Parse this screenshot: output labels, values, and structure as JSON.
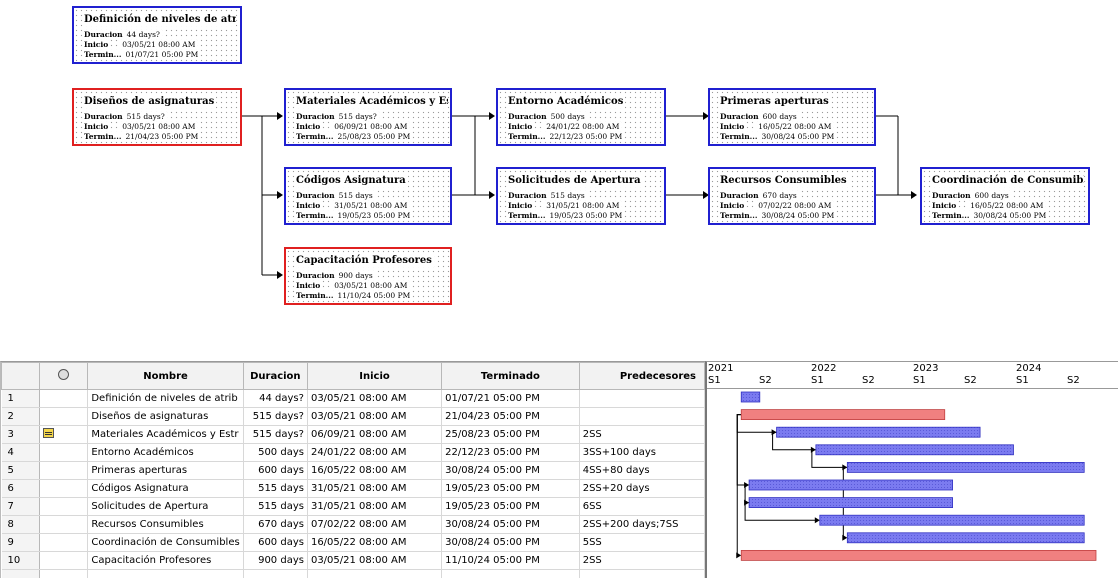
{
  "nodes": {
    "n1": {
      "name": "Definición de niveles de atrib...",
      "dur_label": "Duracion",
      "dur": "44 days?",
      "start_label": "Inicio",
      "start": "03/05/21 08:00 AM",
      "end_label": "Termin...",
      "end": "01/07/21 05:00 PM"
    },
    "n2": {
      "name": "Diseños de asignaturas",
      "dur_label": "Duracion",
      "dur": "515 days?",
      "start_label": "Inicio",
      "start": "03/05/21 08:00 AM",
      "end_label": "Termin...",
      "end": "21/04/23 05:00 PM"
    },
    "n3": {
      "name": "Materiales Académicos y Estr...",
      "dur_label": "Duracion",
      "dur": "515 days?",
      "start_label": "Inicio",
      "start": "06/09/21 08:00 AM",
      "end_label": "Termin...",
      "end": "25/08/23 05:00 PM"
    },
    "n4": {
      "name": "Entorno Académicos",
      "dur_label": "Duracion",
      "dur": "500 days",
      "start_label": "Inicio",
      "start": "24/01/22 08:00 AM",
      "end_label": "Termin...",
      "end": "22/12/23 05:00 PM"
    },
    "n5": {
      "name": "Primeras aperturas",
      "dur_label": "Duracion",
      "dur": "600 days",
      "start_label": "Inicio",
      "start": "16/05/22 08:00 AM",
      "end_label": "Termin...",
      "end": "30/08/24 05:00 PM"
    },
    "n6": {
      "name": "Códigos Asignatura",
      "dur_label": "Duracion",
      "dur": "515 days",
      "start_label": "Inicio",
      "start": "31/05/21 08:00 AM",
      "end_label": "Termin...",
      "end": "19/05/23 05:00 PM"
    },
    "n7": {
      "name": "Solicitudes de Apertura",
      "dur_label": "Duracion",
      "dur": "515 days",
      "start_label": "Inicio",
      "start": "31/05/21 08:00 AM",
      "end_label": "Termin...",
      "end": "19/05/23 05:00 PM"
    },
    "n8": {
      "name": "Recursos Consumibles",
      "dur_label": "Duracion",
      "dur": "670 days",
      "start_label": "Inicio",
      "start": "07/02/22 08:00 AM",
      "end_label": "Termin...",
      "end": "30/08/24 05:00 PM"
    },
    "n9": {
      "name": "Coordinación de Consumibles...",
      "dur_label": "Duracion",
      "dur": "600 days",
      "start_label": "Inicio",
      "start": "16/05/22 08:00 AM",
      "end_label": "Termin...",
      "end": "30/08/24 05:00 PM"
    },
    "n10": {
      "name": "Capacitación Profesores",
      "dur_label": "Duracion",
      "dur": "900 days",
      "start_label": "Inicio",
      "start": "03/05/21 08:00 AM",
      "end_label": "Termin...",
      "end": "11/10/24 05:00 PM"
    }
  },
  "table": {
    "headers": {
      "name": "Nombre",
      "dur": "Duracion",
      "start": "Inicio",
      "end": "Terminado",
      "pred": "Predecesores"
    },
    "rows": [
      {
        "id": "1",
        "name": "Definición de niveles de atrib",
        "dur": "44 days?",
        "start": "03/05/21 08:00 AM",
        "end": "01/07/21 05:00 PM",
        "pred": ""
      },
      {
        "id": "2",
        "name": "Diseños de asignaturas",
        "dur": "515 days?",
        "start": "03/05/21 08:00 AM",
        "end": "21/04/23 05:00 PM",
        "pred": ""
      },
      {
        "id": "3",
        "name": "Materiales Académicos y Estr",
        "dur": "515 days?",
        "start": "06/09/21 08:00 AM",
        "end": "25/08/23 05:00 PM",
        "pred": "2SS"
      },
      {
        "id": "4",
        "name": "Entorno Académicos",
        "dur": "500 days",
        "start": "24/01/22 08:00 AM",
        "end": "22/12/23 05:00 PM",
        "pred": "3SS+100 days"
      },
      {
        "id": "5",
        "name": "Primeras aperturas",
        "dur": "600 days",
        "start": "16/05/22 08:00 AM",
        "end": "30/08/24 05:00 PM",
        "pred": "4SS+80 days"
      },
      {
        "id": "6",
        "name": "Códigos Asignatura",
        "dur": "515 days",
        "start": "31/05/21 08:00 AM",
        "end": "19/05/23 05:00 PM",
        "pred": "2SS+20 days"
      },
      {
        "id": "7",
        "name": "Solicitudes de Apertura",
        "dur": "515 days",
        "start": "31/05/21 08:00 AM",
        "end": "19/05/23 05:00 PM",
        "pred": "6SS"
      },
      {
        "id": "8",
        "name": "Recursos Consumibles",
        "dur": "670 days",
        "start": "07/02/22 08:00 AM",
        "end": "30/08/24 05:00 PM",
        "pred": "2SS+200 days;7SS"
      },
      {
        "id": "9",
        "name": "Coordinación de Consumibles",
        "dur": "600 days",
        "start": "16/05/22 08:00 AM",
        "end": "30/08/24 05:00 PM",
        "pred": "5SS"
      },
      {
        "id": "10",
        "name": "Capacitación Profesores",
        "dur": "900 days",
        "start": "03/05/21 08:00 AM",
        "end": "11/10/24 05:00 PM",
        "pred": "2SS"
      }
    ],
    "indicator_row": 3,
    "indicator_icon": "notes-icon"
  },
  "gantt": {
    "years": [
      "2021",
      "2022",
      "2023",
      "2024"
    ],
    "halves": [
      "S1",
      "S2",
      "S1",
      "S2",
      "S1",
      "S2",
      "S1",
      "S2"
    ],
    "critical_color": "#f08080",
    "normal_color": "#7b7bf0",
    "critical_rows": [
      2,
      10
    ]
  }
}
